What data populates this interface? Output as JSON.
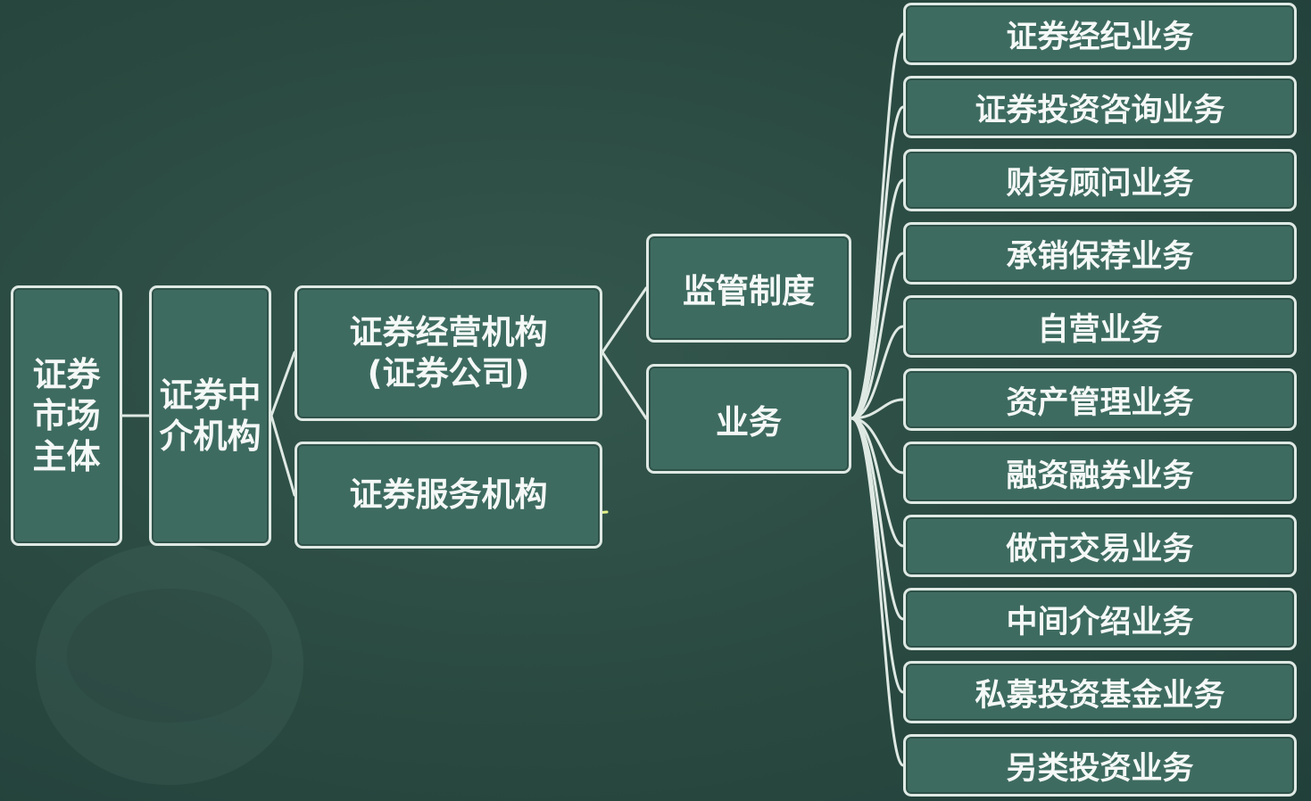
{
  "colors": {
    "background": "#2a4a41",
    "box_fill": "#3e6b60",
    "box_border": "#dfe9e4",
    "connector": "#dfe9e4",
    "underline": "#e4f08a"
  },
  "diagram": {
    "root": "证券市场主体",
    "root_lines": [
      "证券",
      "市场",
      "主体"
    ],
    "intermediary_lines": [
      "证券中",
      "介机构"
    ],
    "operating_institution": "证券经营机构",
    "operating_institution_note": "(证券公司)",
    "service_institution": "证券服务机构",
    "regulation": "监管制度",
    "business": "业务",
    "business_types": [
      "证券经纪业务",
      "证券投资咨询业务",
      "财务顾问业务",
      "承销保荐业务",
      "自营业务",
      "资产管理业务",
      "融资融券业务",
      "做市交易业务",
      "中间介绍业务",
      "私募投资基金业务",
      "另类投资业务"
    ]
  }
}
